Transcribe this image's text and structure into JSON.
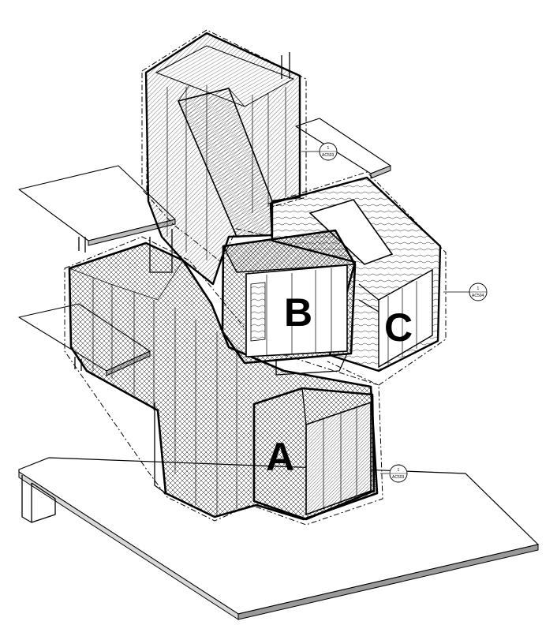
{
  "modules": [
    {
      "label": "A",
      "tag_number": "1",
      "tag_sheet": "AC503"
    },
    {
      "label": "B",
      "tag_number": "1",
      "tag_sheet": "AC503"
    },
    {
      "label": "C",
      "tag_number": "1",
      "tag_sheet": "AC504"
    }
  ],
  "colors": {
    "line": "#000000",
    "paper": "#ffffff",
    "slab_side": "#9a9a9a"
  }
}
